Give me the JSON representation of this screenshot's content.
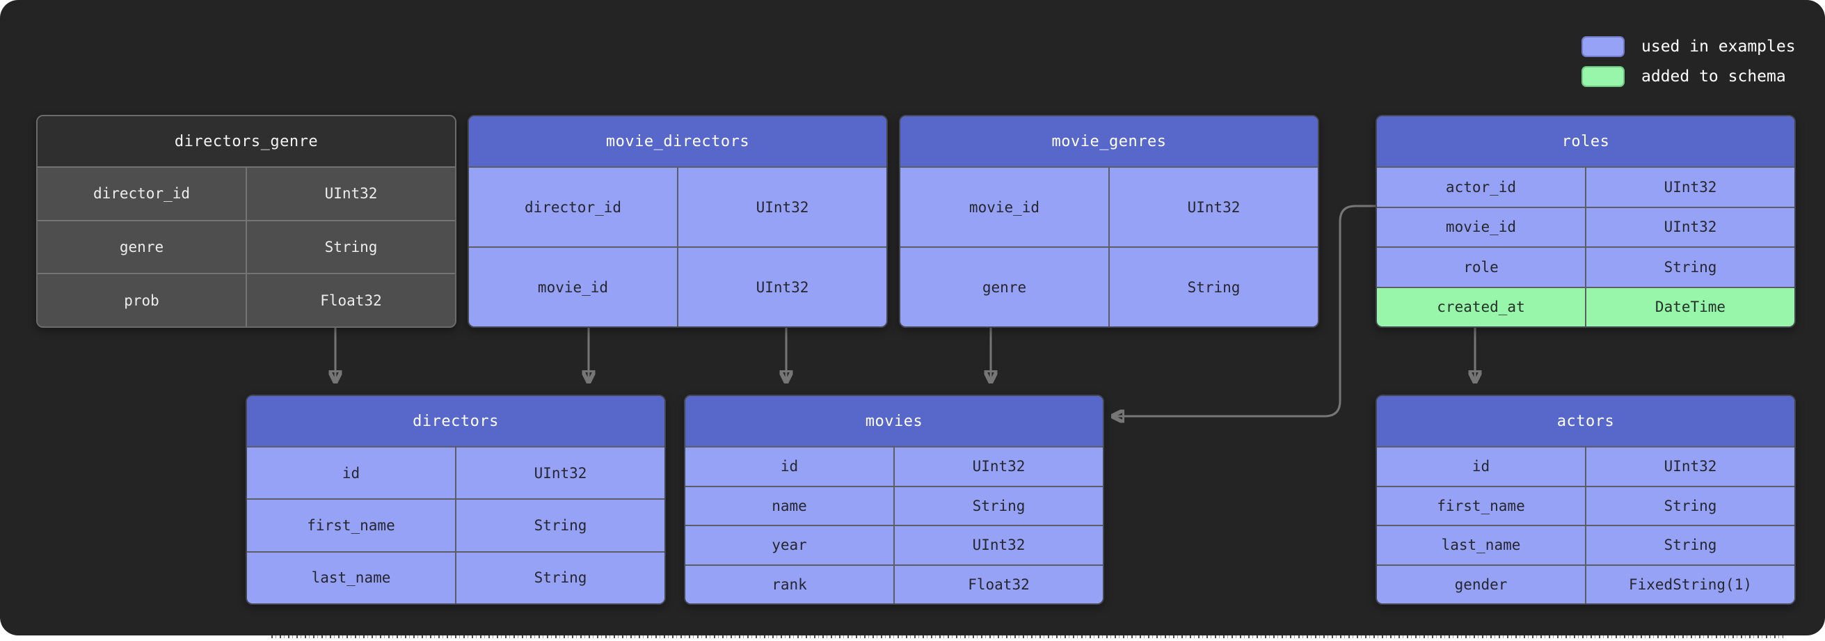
{
  "diagram": {
    "legend": [
      {
        "label": "used in examples",
        "color": "#96a2f6"
      },
      {
        "label": "added to schema",
        "color": "#97f6a9"
      }
    ],
    "tables": {
      "directors_genre": {
        "title": "directors_genre",
        "theme": "muted",
        "rows": [
          {
            "field": "director_id",
            "type": "UInt32"
          },
          {
            "field": "genre",
            "type": "String"
          },
          {
            "field": "prob",
            "type": "Float32"
          }
        ]
      },
      "movie_directors": {
        "title": "movie_directors",
        "theme": "example",
        "rows": [
          {
            "field": "director_id",
            "type": "UInt32"
          },
          {
            "field": "movie_id",
            "type": "UInt32"
          }
        ]
      },
      "movie_genres": {
        "title": "movie_genres",
        "theme": "example",
        "rows": [
          {
            "field": "movie_id",
            "type": "UInt32"
          },
          {
            "field": "genre",
            "type": "String"
          }
        ]
      },
      "roles": {
        "title": "roles",
        "theme": "example",
        "rows": [
          {
            "field": "actor_id",
            "type": "UInt32"
          },
          {
            "field": "movie_id",
            "type": "UInt32"
          },
          {
            "field": "role",
            "type": "String"
          },
          {
            "field": "created_at",
            "type": "DateTime",
            "highlight": "added to schema"
          }
        ]
      },
      "directors": {
        "title": "directors",
        "theme": "example",
        "rows": [
          {
            "field": "id",
            "type": "UInt32"
          },
          {
            "field": "first_name",
            "type": "String"
          },
          {
            "field": "last_name",
            "type": "String"
          }
        ]
      },
      "movies": {
        "title": "movies",
        "theme": "example",
        "rows": [
          {
            "field": "id",
            "type": "UInt32"
          },
          {
            "field": "name",
            "type": "String"
          },
          {
            "field": "year",
            "type": "UInt32"
          },
          {
            "field": "rank",
            "type": "Float32"
          }
        ]
      },
      "actors": {
        "title": "actors",
        "theme": "example",
        "rows": [
          {
            "field": "id",
            "type": "UInt32"
          },
          {
            "field": "first_name",
            "type": "String"
          },
          {
            "field": "last_name",
            "type": "String"
          },
          {
            "field": "gender",
            "type": "FixedString(1)"
          }
        ]
      }
    },
    "relationships": [
      {
        "from": "directors_genre",
        "to": "directors"
      },
      {
        "from": "movie_directors",
        "to": "directors"
      },
      {
        "from": "movie_directors",
        "to": "movies"
      },
      {
        "from": "movie_genres",
        "to": "movies"
      },
      {
        "from": "roles",
        "to": "movies"
      },
      {
        "from": "roles",
        "to": "actors"
      }
    ],
    "colors": {
      "panel_background": "#242424",
      "example_header_blue": "#5868ca",
      "example_row_blue": "#96a2f6",
      "added_green": "#97f6a9",
      "muted_header": "#2f2f2f",
      "muted_row": "#4e4e4e",
      "arrow_gray": "#767676"
    }
  }
}
